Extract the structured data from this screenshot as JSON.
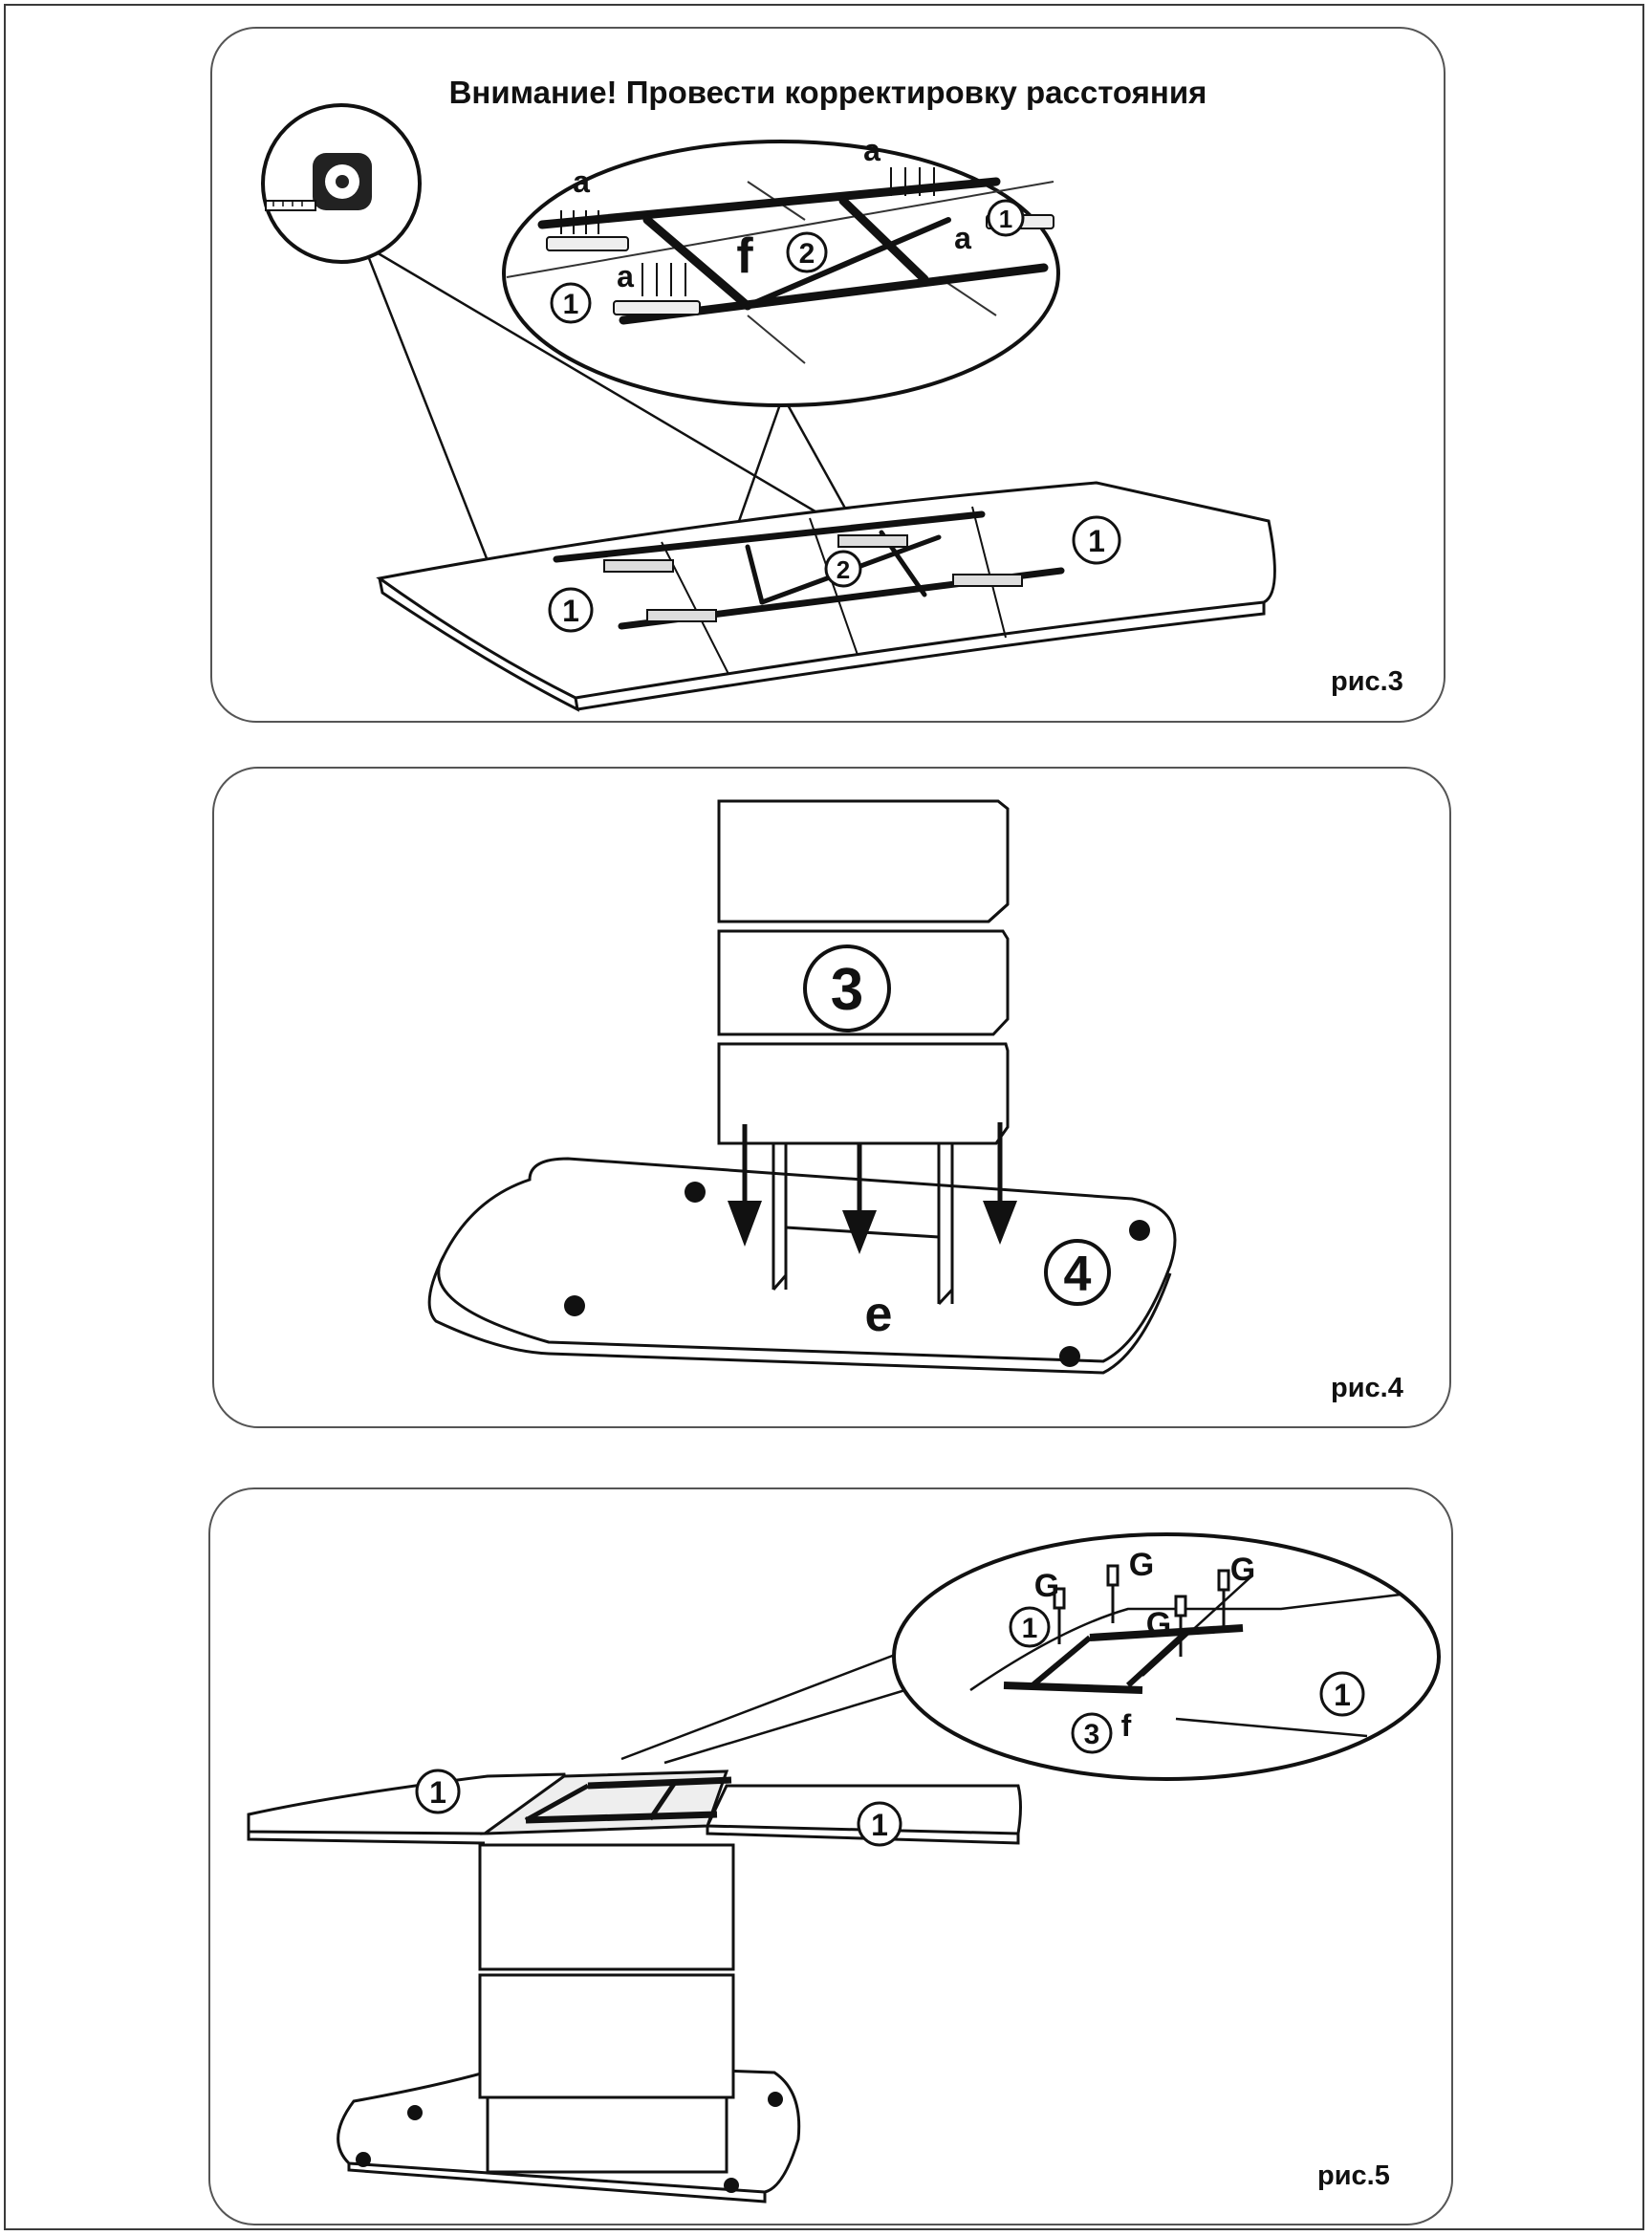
{
  "fig3": {
    "warning": "Внимание! Провести корректировку расстояния",
    "caption": "рис.3",
    "labels": {
      "a1": "a",
      "a2": "a",
      "a3": "a",
      "a4": "a",
      "f": "f",
      "n1": "1",
      "n2": "2",
      "n3": "1",
      "n4": "1",
      "n5": "2",
      "n6": "1"
    }
  },
  "fig4": {
    "caption": "рис.4",
    "labels": {
      "n3": "3",
      "n4": "4",
      "e": "e"
    }
  },
  "fig5": {
    "caption": "рис.5",
    "labels": {
      "g1": "G",
      "g2": "G",
      "g3": "G",
      "g4": "G",
      "f": "f",
      "n1": "1",
      "n2": "1",
      "n3": "3",
      "n4": "1",
      "n5": "1"
    }
  }
}
